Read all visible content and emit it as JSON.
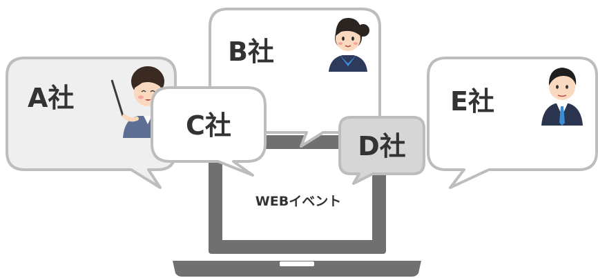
{
  "screen": {
    "label": "WEBイベント"
  },
  "bubbles": {
    "a": {
      "label": "A社",
      "person": "woman-with-pointer"
    },
    "b": {
      "label": "B社",
      "person": "woman-with-scarf"
    },
    "c": {
      "label": "C社"
    },
    "d": {
      "label": "D社"
    },
    "e": {
      "label": "E社",
      "person": "man-in-suit"
    }
  },
  "colors": {
    "laptop": "#707070",
    "bubble_fill_white": "#ffffff",
    "bubble_fill_grey": "#efefef",
    "bubble_fill_d": "#d6d6d6",
    "bubble_stroke": "#bdbdbd",
    "text": "#333333"
  }
}
